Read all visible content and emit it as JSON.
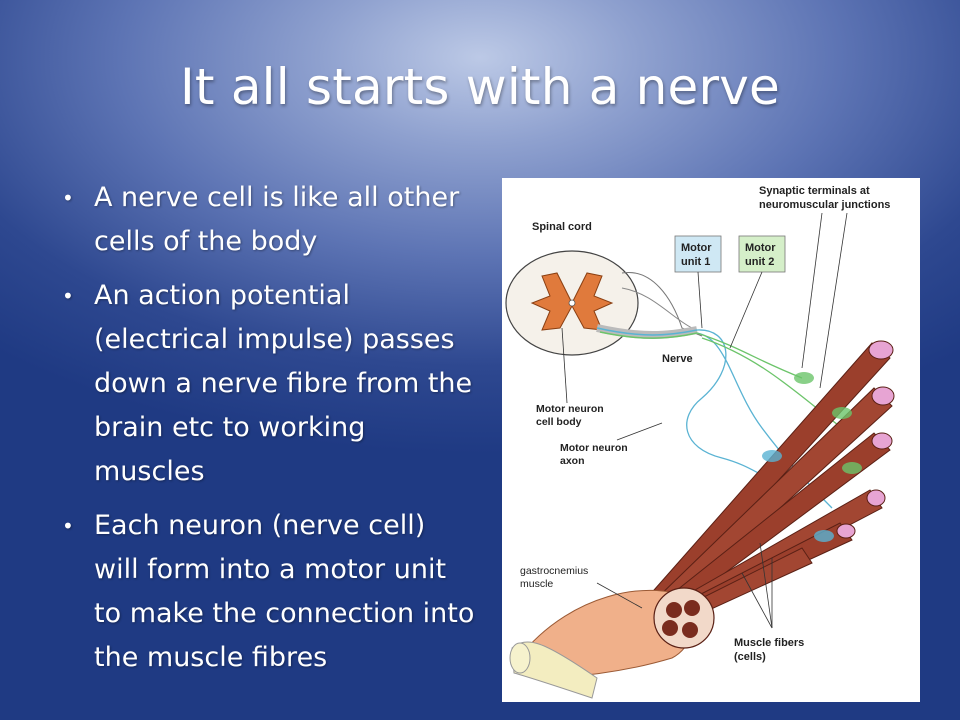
{
  "slide": {
    "title": "It all starts with a nerve",
    "bullets": [
      "A nerve cell is like all other cells of the body",
      "An action potential (electrical impulse) passes down a nerve fibre from the brain etc to working muscles",
      "Each neuron (nerve cell) will form into a motor unit to make the connection into the muscle fibres"
    ]
  },
  "figure": {
    "labels": {
      "synaptic_line1": "Synaptic terminals at",
      "synaptic_line2": "neuromuscular junctions",
      "spinal_cord": "Spinal cord",
      "motor_unit_1_line1": "Motor",
      "motor_unit_1_line2": "unit 1",
      "motor_unit_2_line1": "Motor",
      "motor_unit_2_line2": "unit 2",
      "nerve": "Nerve",
      "cell_body_line1": "Motor neuron",
      "cell_body_line2": "cell body",
      "axon_line1": "Motor neuron",
      "axon_line2": "axon",
      "gastro_line1": "gastrocnemius",
      "gastro_line2": "muscle",
      "fibers_line1": "Muscle fibers",
      "fibers_line2": "(cells)"
    },
    "colors": {
      "motor_unit_1_box": "#cfe8f4",
      "motor_unit_2_box": "#d5efc9",
      "muscle": "#9b3f2c",
      "spinal_grey_matter": "#e07a3c"
    }
  }
}
